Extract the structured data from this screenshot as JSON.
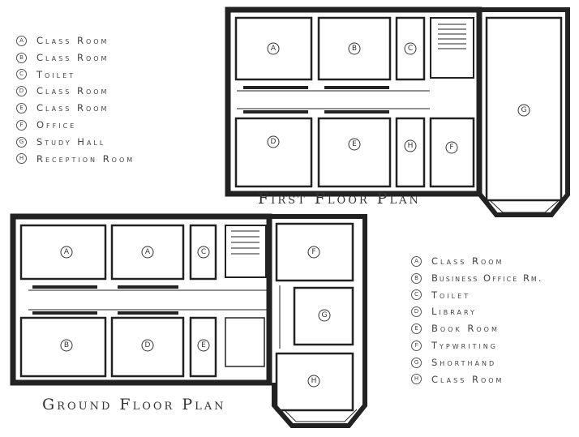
{
  "first_floor": {
    "title": "First Floor Plan",
    "legend": [
      {
        "key": "A",
        "label": "Class Room"
      },
      {
        "key": "B",
        "label": "Class Room"
      },
      {
        "key": "C",
        "label": "Toilet"
      },
      {
        "key": "D",
        "label": "Class Room"
      },
      {
        "key": "E",
        "label": "Class Room"
      },
      {
        "key": "F",
        "label": "Office"
      },
      {
        "key": "G",
        "label": "Study Hall"
      },
      {
        "key": "H",
        "label": "Reception Room"
      }
    ]
  },
  "ground_floor": {
    "title": "Ground Floor Plan",
    "legend": [
      {
        "key": "A",
        "label": "Class Room"
      },
      {
        "key": "B",
        "label": "Business Office Rm."
      },
      {
        "key": "C",
        "label": "Toilet"
      },
      {
        "key": "D",
        "label": "Library"
      },
      {
        "key": "E",
        "label": "Book Room"
      },
      {
        "key": "F",
        "label": "Typwriting"
      },
      {
        "key": "G",
        "label": "Shorthand"
      },
      {
        "key": "H",
        "label": "Class Room"
      }
    ]
  }
}
